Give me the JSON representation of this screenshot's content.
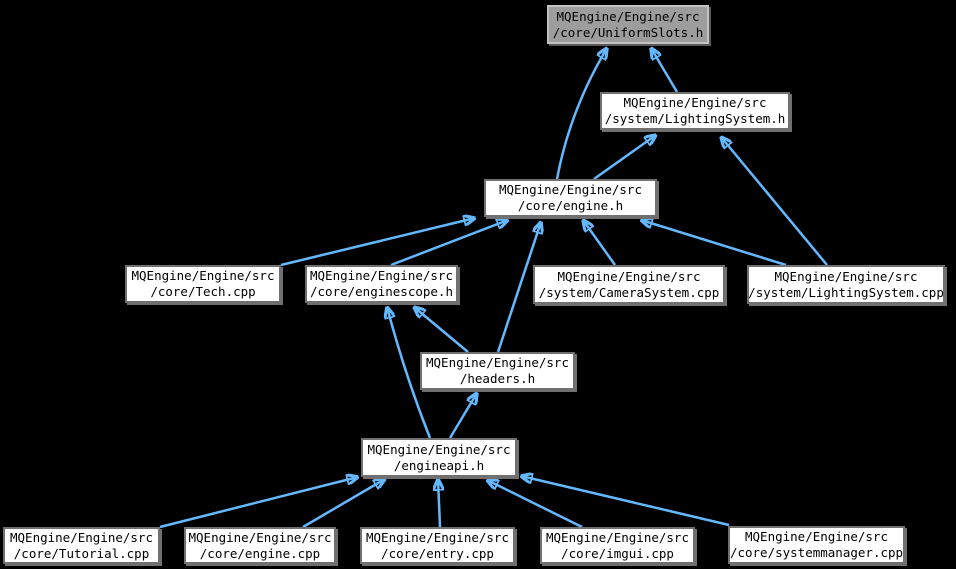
{
  "diagram": {
    "kind": "include-dependency-graph"
  },
  "colors": {
    "background": "#000000",
    "node_fill": "#ffffff",
    "node_border": "#707070",
    "highlighted_node_fill": "#9d9d9d",
    "arrow": "#63B8FF",
    "text": "#000000"
  },
  "nodes": {
    "uniformslots_h": {
      "line1": "MQEngine/Engine/src",
      "line2": "/core/UniformSlots.h",
      "highlighted": true
    },
    "lightingsystem_h": {
      "line1": "MQEngine/Engine/src",
      "line2": "/system/LightingSystem.h",
      "highlighted": false
    },
    "engine_h": {
      "line1": "MQEngine/Engine/src",
      "line2": "/core/engine.h",
      "highlighted": false
    },
    "tech_cpp": {
      "line1": "MQEngine/Engine/src",
      "line2": "/core/Tech.cpp",
      "highlighted": false
    },
    "enginescope_h": {
      "line1": "MQEngine/Engine/src",
      "line2": "/core/enginescope.h",
      "highlighted": false
    },
    "camerasystem_cpp": {
      "line1": "MQEngine/Engine/src",
      "line2": "/system/CameraSystem.cpp",
      "highlighted": false
    },
    "lightingsystem_cpp": {
      "line1": "MQEngine/Engine/src",
      "line2": "/system/LightingSystem.cpp",
      "highlighted": false
    },
    "headers_h": {
      "line1": "MQEngine/Engine/src",
      "line2": "/headers.h",
      "highlighted": false
    },
    "engineapi_h": {
      "line1": "MQEngine/Engine/src",
      "line2": "/engineapi.h",
      "highlighted": false
    },
    "tutorial_cpp": {
      "line1": "MQEngine/Engine/src",
      "line2": "/core/Tutorial.cpp",
      "highlighted": false
    },
    "engine_cpp": {
      "line1": "MQEngine/Engine/src",
      "line2": "/core/engine.cpp",
      "highlighted": false
    },
    "entry_cpp": {
      "line1": "MQEngine/Engine/src",
      "line2": "/core/entry.cpp",
      "highlighted": false
    },
    "imgui_cpp": {
      "line1": "MQEngine/Engine/src",
      "line2": "/core/imgui.cpp",
      "highlighted": false
    },
    "systemmanager_cpp": {
      "line1": "MQEngine/Engine/src",
      "line2": "/core/systemmanager.cpp",
      "highlighted": false
    }
  },
  "edges": [
    {
      "from": "engine_h",
      "to": "uniformslots_h"
    },
    {
      "from": "lightingsystem_h",
      "to": "uniformslots_h"
    },
    {
      "from": "engine_h",
      "to": "lightingsystem_h"
    },
    {
      "from": "lightingsystem_cpp",
      "to": "lightingsystem_h"
    },
    {
      "from": "tech_cpp",
      "to": "engine_h"
    },
    {
      "from": "enginescope_h",
      "to": "engine_h"
    },
    {
      "from": "headers_h",
      "to": "engine_h"
    },
    {
      "from": "camerasystem_cpp",
      "to": "engine_h"
    },
    {
      "from": "lightingsystem_cpp",
      "to": "engine_h"
    },
    {
      "from": "engineapi_h",
      "to": "enginescope_h"
    },
    {
      "from": "headers_h",
      "to": "enginescope_h"
    },
    {
      "from": "engineapi_h",
      "to": "headers_h"
    },
    {
      "from": "tutorial_cpp",
      "to": "engineapi_h"
    },
    {
      "from": "engine_cpp",
      "to": "engineapi_h"
    },
    {
      "from": "entry_cpp",
      "to": "engineapi_h"
    },
    {
      "from": "imgui_cpp",
      "to": "engineapi_h"
    },
    {
      "from": "systemmanager_cpp",
      "to": "engineapi_h"
    }
  ]
}
